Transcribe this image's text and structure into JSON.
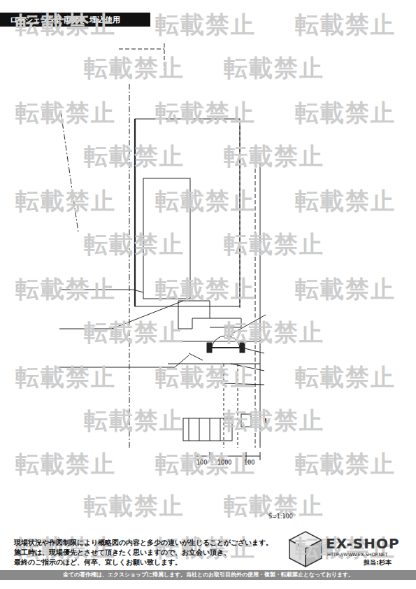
{
  "diagram": {
    "title": "ローシェン5型 両開き 埋込使用",
    "nodes": [
      {
        "text": [
          "全ての著作権は、エクスショップに帰属します。当社とのお取引目的外の使用・複製・転載禁止となっております。"
        ]
      }
    ],
    "labels": [
      "転載禁止",
      "転載禁止",
      "転載禁止",
      "転載禁止",
      "転載禁止",
      "転載禁止",
      "転載禁止",
      "転載禁止",
      "転載禁止",
      "転載禁止",
      "転載禁止",
      "転載禁止",
      "転載禁止",
      "転載禁止",
      "転載禁止",
      "転載禁止",
      "転載禁止",
      "転載禁止",
      "転載禁止",
      "転載禁止",
      "転載禁止",
      "転載禁止",
      "転載禁止",
      "転載禁止",
      "転載禁止",
      "転載禁止",
      "転載禁止",
      "転載禁止",
      "転載禁止",
      "転載禁止",
      "転載禁止",
      "転載禁止",
      "転載禁止",
      "100",
      "1000",
      "100",
      "S=1:100",
      "現場状況や作図制限により概略図の内容と多少の違いが生じることがございます。",
      "施工時は、現場優先とさせて頂きたく思いますので、お立会い頂き、",
      "最終のご指示のほど、何卒、宜しくお願い致します。",
      "EX-SHOP",
      "HTTP://WWW.EX-SHOP.NET",
      "担当:杉本"
    ]
  }
}
